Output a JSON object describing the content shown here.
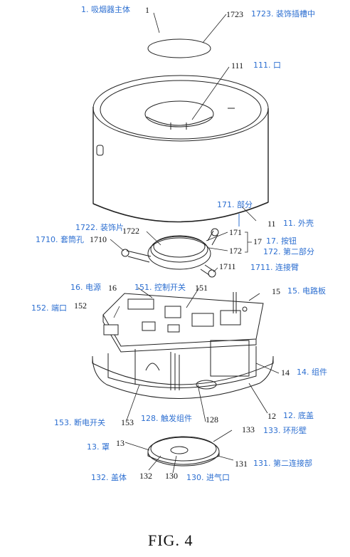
{
  "figure": {
    "caption": "FIG. 4"
  },
  "colors": {
    "annotation": "#2d6fd1",
    "line": "#222222",
    "background": "#ffffff"
  },
  "labels": {
    "main_body": {
      "cn": "1. 吸烟器主体",
      "num": "1"
    },
    "decor_slot": {
      "cn": "1723. 装饰插槽中",
      "num": "1723"
    },
    "mouth": {
      "cn": "111. 口",
      "num": "111"
    },
    "part": {
      "cn": "171. 部分",
      "num": "171"
    },
    "shell": {
      "cn": "11. 外壳",
      "num": "11"
    },
    "decor_piece": {
      "cn": "1722. 装饰片",
      "num": "1722"
    },
    "sleeve_hole": {
      "cn": "1710. 套筒孔",
      "num": "1710"
    },
    "button": {
      "cn": "17. 按钮",
      "num": "17"
    },
    "second_part": {
      "cn": "172. 第二部分",
      "num": "172"
    },
    "connecting_arm": {
      "cn": "1711. 连接臂",
      "num": "1711"
    },
    "power": {
      "cn": "16. 电源",
      "num": "16"
    },
    "control_switch": {
      "cn": "151. 控制开关",
      "num": "151"
    },
    "circuit_board": {
      "cn": "15. 电路板",
      "num": "15"
    },
    "port": {
      "cn": "152. 端口",
      "num": "152"
    },
    "assembly": {
      "cn": "14. 组件",
      "num": "14"
    },
    "bottom_cover": {
      "cn": "12. 底盖",
      "num": "12"
    },
    "power_off_switch": {
      "cn": "153. 断电开关",
      "num": "153"
    },
    "trigger_assembly": {
      "cn": "128. 触发组件",
      "num": "128"
    },
    "cap": {
      "cn": "13. 罩",
      "num": "13"
    },
    "annular_wall": {
      "cn": "133. 环形壁",
      "num": "133"
    },
    "second_connection": {
      "cn": "131. 第二连接部",
      "num": "131"
    },
    "cover_body": {
      "cn": "132. 盖体",
      "num": "132"
    },
    "air_inlet": {
      "cn": "130. 进气口",
      "num": "130"
    }
  }
}
